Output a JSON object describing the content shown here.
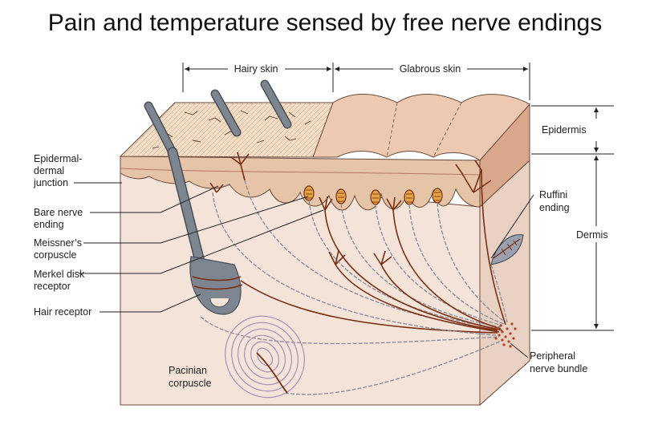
{
  "title": "Pain and temperature sensed by free nerve endings",
  "top_labels": {
    "hairy_skin": "Hairy skin",
    "glabrous_skin": "Glabrous skin"
  },
  "left_labels": {
    "epidermal_dermal_junction": [
      "Epidermal-",
      "dermal",
      "junction"
    ],
    "bare_nerve_ending": [
      "Bare nerve",
      "ending"
    ],
    "meissners_corpuscle": [
      "Meissner’s",
      "corpuscle"
    ],
    "merkel_disk_receptor": [
      "Merkel disk",
      "receptor"
    ],
    "hair_receptor": [
      "Hair receptor"
    ]
  },
  "right_labels": {
    "epidermis": "Epidermis",
    "ruffini_ending": [
      "Ruffini",
      "ending"
    ],
    "dermis": "Dermis",
    "peripheral_nerve_bundle": [
      "Peripheral",
      "nerve bundle"
    ]
  },
  "bottom_labels": {
    "pacinian_corpuscle": [
      "Pacinian",
      "corpuscle"
    ]
  },
  "colors": {
    "epidermis_tan": "#e6c4a8",
    "dermis_pink": "#f3e3d8",
    "dermis_side": "#e9d2c3",
    "nerve_brown": "#7a2e12",
    "hair_gray": "#7d8590",
    "corpuscle_orange": "#e3a347"
  }
}
